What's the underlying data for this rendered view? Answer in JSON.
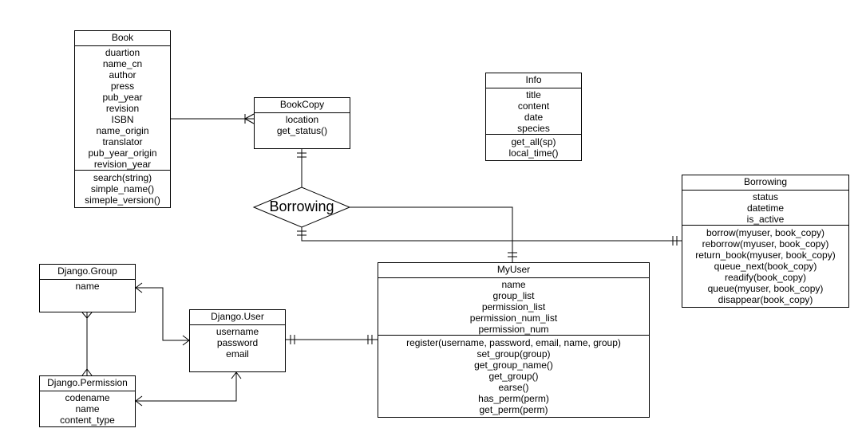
{
  "entities": {
    "book": {
      "name": "Book",
      "attributes": [
        "duartion",
        "name_cn",
        "author",
        "press",
        "pub_year",
        "revision",
        "ISBN",
        "name_origin",
        "translator",
        "pub_year_origin",
        "revision_year"
      ],
      "methods": [
        "search(string)",
        "simple_name()",
        "simeple_version()"
      ]
    },
    "bookcopy": {
      "name": "BookCopy",
      "attributes": [
        "location",
        "get_status()"
      ],
      "methods": []
    },
    "info": {
      "name": "Info",
      "attributes": [
        "title",
        "content",
        "date",
        "species"
      ],
      "methods": [
        "get_all(sp)",
        "local_time()"
      ]
    },
    "borrowing": {
      "name": "Borrowing",
      "attributes": [
        "status",
        "datetime",
        "is_active"
      ],
      "methods": [
        "borrow(myuser, book_copy)",
        "reborrow(myuser, book_copy)",
        "return_book(myuser, book_copy)",
        "queue_next(book_copy)",
        "readify(book_copy)",
        "queue(myuser, book_copy)",
        "disappear(book_copy)"
      ]
    },
    "django_group": {
      "name": "Django.Group",
      "attributes": [
        "name"
      ],
      "methods": []
    },
    "django_user": {
      "name": "Django.User",
      "attributes": [
        "username",
        "password",
        "email"
      ],
      "methods": []
    },
    "django_permission": {
      "name": "Django.Permission",
      "attributes": [
        "codename",
        "name",
        "content_type"
      ],
      "methods": []
    },
    "myuser": {
      "name": "MyUser",
      "attributes": [
        "name",
        "group_list",
        "permission_list",
        "permission_num_list",
        "permission_num"
      ],
      "methods": [
        "register(username, password, email, name, group)",
        "set_group(group)",
        "get_group_name()",
        "get_group()",
        "earse()",
        "has_perm(perm)",
        "get_perm(perm)"
      ]
    }
  },
  "relationship": {
    "label": "Borrowing"
  }
}
